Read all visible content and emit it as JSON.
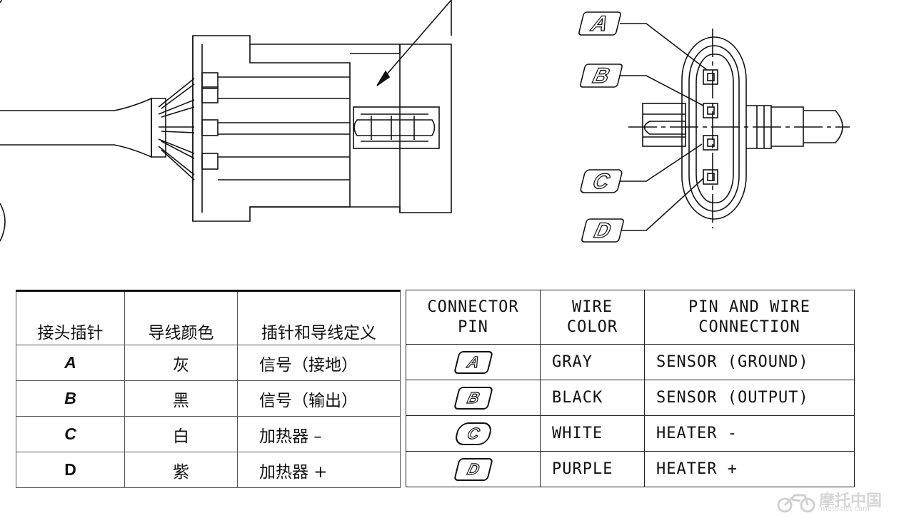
{
  "callouts": [
    "A",
    "B",
    "C",
    "D"
  ],
  "cn_table": {
    "headers": [
      "接头插针",
      "导线颜色",
      "插针和导线定义"
    ],
    "rows": [
      {
        "pin": "A",
        "color": "灰",
        "definition": "信号（接地）"
      },
      {
        "pin": "B",
        "color": "黑",
        "definition": "信号（输出）"
      },
      {
        "pin": "C",
        "color": "白",
        "definition": "加热器 –"
      },
      {
        "pin": "D",
        "color": "紫",
        "definition": "加热器 +"
      }
    ]
  },
  "en_table": {
    "headers": [
      "CONNECTOR\nPIN",
      "WIRE\nCOLOR",
      "PIN AND WIRE\nCONNECTION"
    ],
    "rows": [
      {
        "pin": "A",
        "color": "GRAY",
        "connection": "SENSOR (GROUND)"
      },
      {
        "pin": "B",
        "color": "BLACK",
        "connection": "SENSOR (OUTPUT)"
      },
      {
        "pin": "C",
        "color": "WHITE",
        "connection": "HEATER -"
      },
      {
        "pin": "D",
        "color": "PURPLE",
        "connection": "HEATER +"
      }
    ]
  },
  "watermark": {
    "name": "摩托中国",
    "url": "motoinst.com"
  }
}
